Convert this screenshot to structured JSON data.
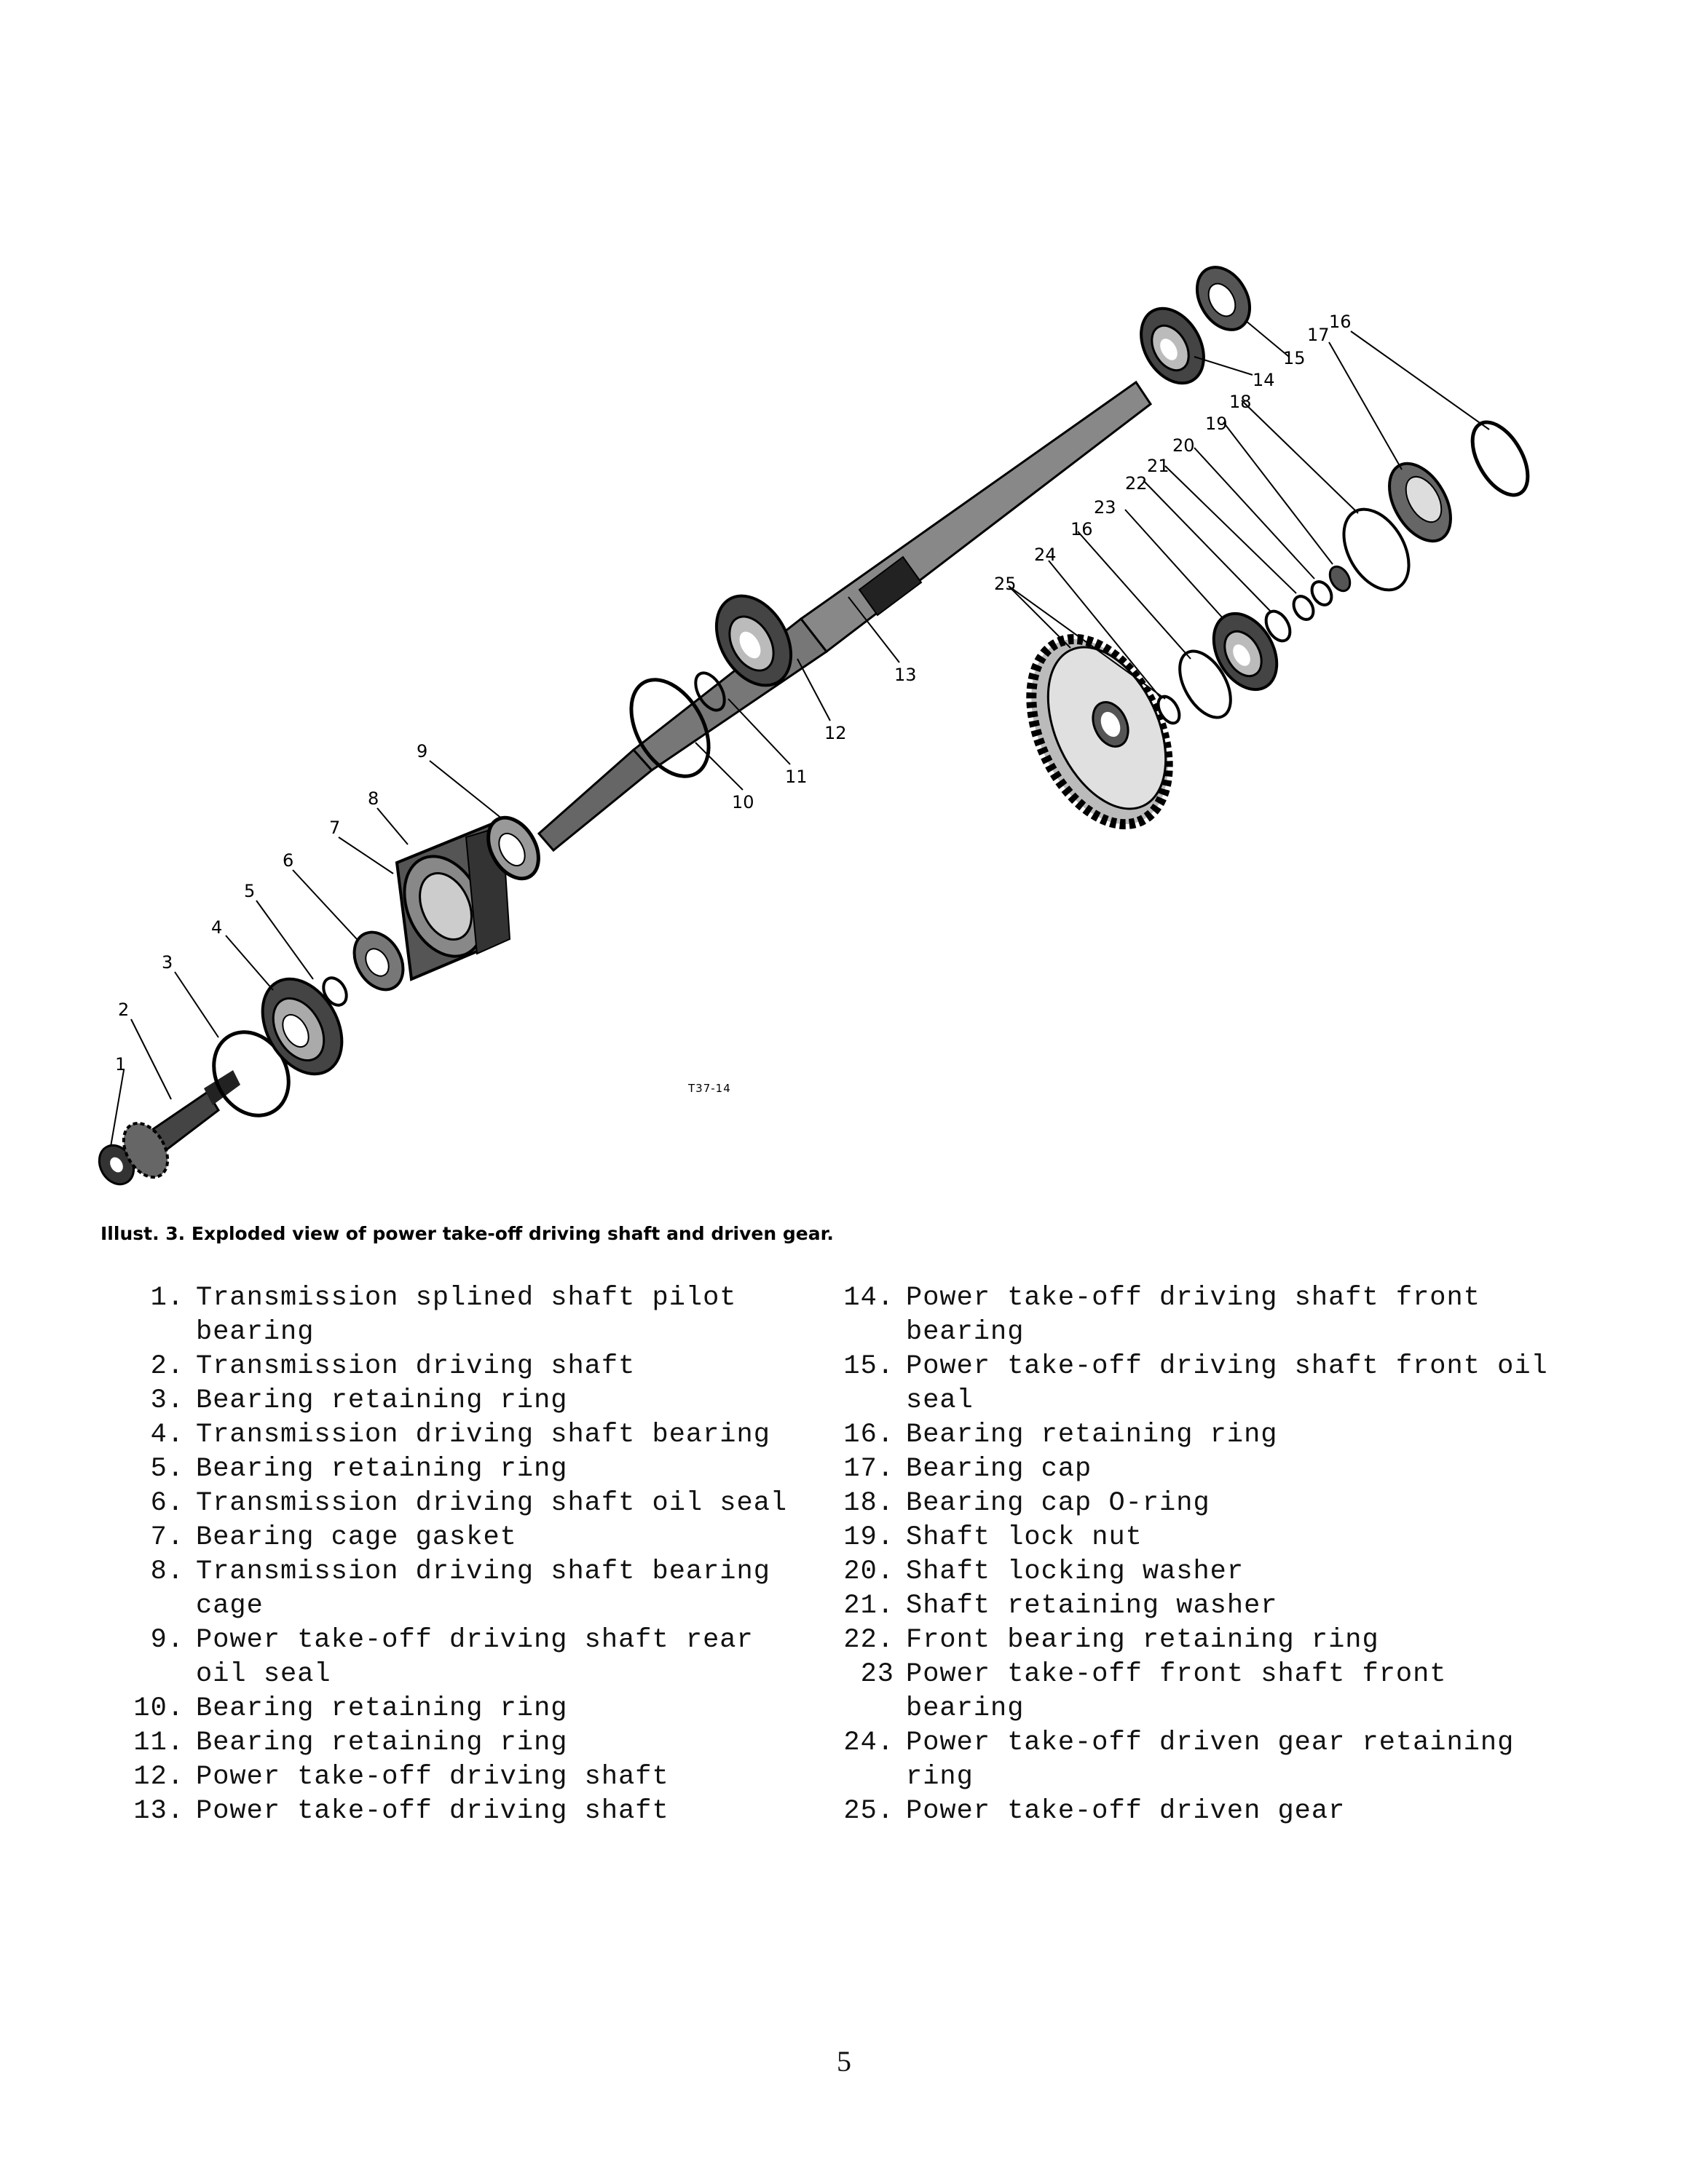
{
  "figure": {
    "code": "T37-14",
    "callouts": [
      "1",
      "2",
      "3",
      "4",
      "5",
      "6",
      "7",
      "8",
      "9",
      "10",
      "11",
      "12",
      "13",
      "14",
      "15",
      "16",
      "17",
      "18",
      "19",
      "20",
      "21",
      "22",
      "23",
      "16",
      "24",
      "25"
    ]
  },
  "caption": "Illust. 3. Exploded view of power take-off driving shaft and driven gear.",
  "parts_left": [
    {
      "num": "1.",
      "text": "Transmission splined shaft pilot bearing"
    },
    {
      "num": "2.",
      "text": "Transmission driving shaft"
    },
    {
      "num": "3.",
      "text": "Bearing retaining ring"
    },
    {
      "num": "4.",
      "text": "Transmission driving shaft bearing"
    },
    {
      "num": "5.",
      "text": "Bearing retaining ring"
    },
    {
      "num": "6.",
      "text": "Transmission driving shaft oil seal"
    },
    {
      "num": "7.",
      "text": "Bearing cage gasket"
    },
    {
      "num": "8.",
      "text": "Transmission driving shaft bearing cage"
    },
    {
      "num": "9.",
      "text": "Power take-off driving shaft rear oil seal"
    },
    {
      "num": "10.",
      "text": "Bearing retaining ring"
    },
    {
      "num": "11.",
      "text": "Bearing retaining ring"
    },
    {
      "num": "12.",
      "text": "Power take-off driving shaft"
    },
    {
      "num": "13.",
      "text": "Power take-off driving shaft"
    }
  ],
  "parts_right": [
    {
      "num": "14.",
      "text": "Power take-off driving shaft front bearing"
    },
    {
      "num": "15.",
      "text": "Power take-off driving shaft front oil seal"
    },
    {
      "num": "16.",
      "text": "Bearing retaining ring"
    },
    {
      "num": "17.",
      "text": "Bearing cap"
    },
    {
      "num": "18.",
      "text": "Bearing cap O-ring"
    },
    {
      "num": "19.",
      "text": "Shaft lock nut"
    },
    {
      "num": "20.",
      "text": "Shaft locking washer"
    },
    {
      "num": "21.",
      "text": "Shaft retaining washer"
    },
    {
      "num": "22.",
      "text": "Front bearing retaining ring"
    },
    {
      "num": "23",
      "text": "Power take-off front shaft front bearing"
    },
    {
      "num": "24.",
      "text": "Power take-off driven gear retaining ring"
    },
    {
      "num": "25.",
      "text": "Power take-off driven gear"
    }
  ],
  "page_number": "5"
}
